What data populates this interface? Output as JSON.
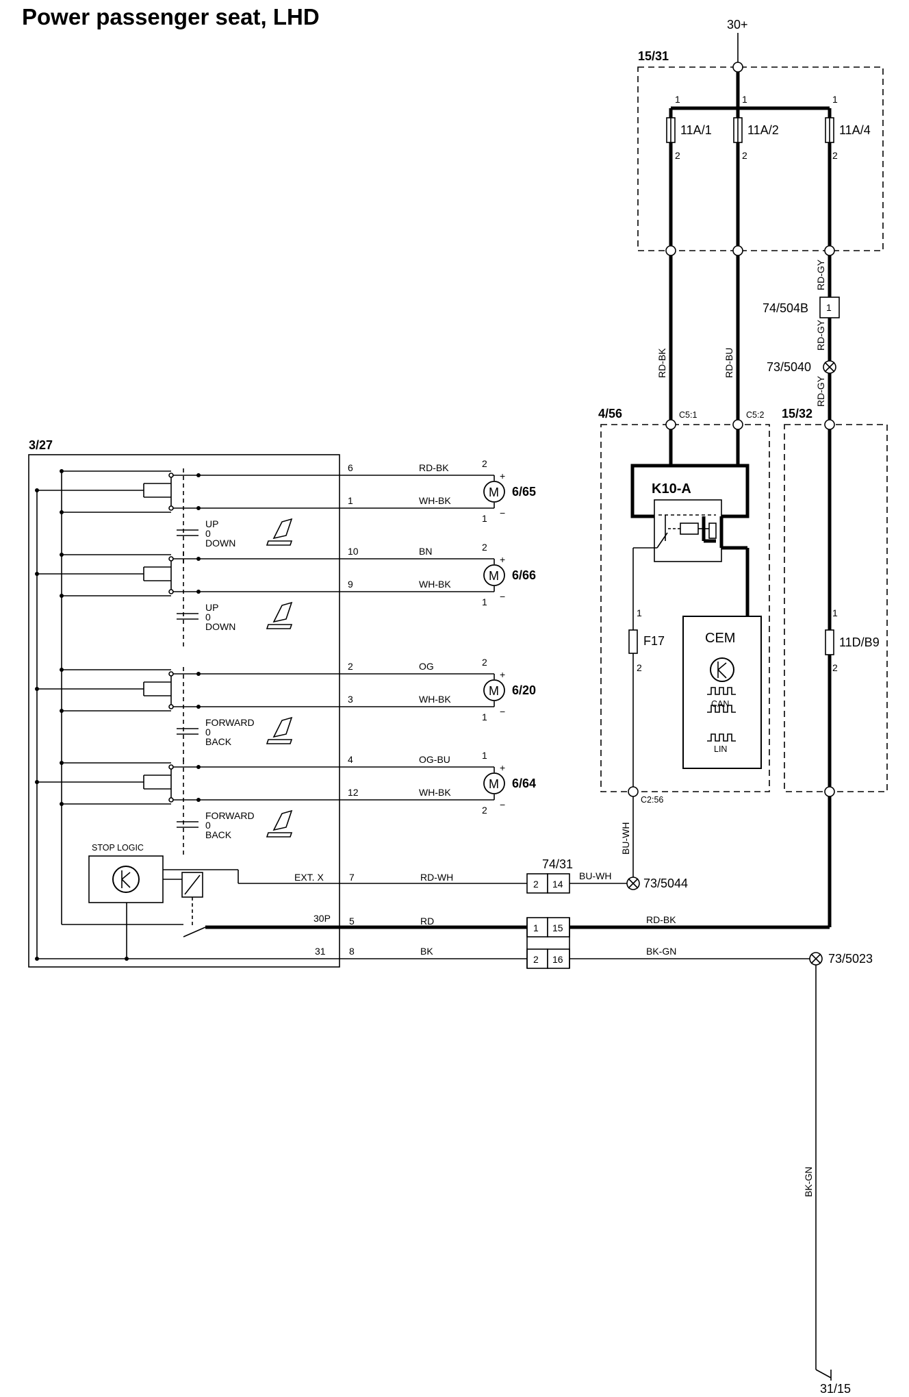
{
  "title": "Power passenger seat, LHD",
  "power": {
    "label": "30+"
  },
  "ground": {
    "label": "31/15"
  },
  "fusebox_1531": {
    "id": "15/31",
    "fuses": [
      {
        "name": "11A/1",
        "pin_in": "1",
        "pin_out": "2"
      },
      {
        "name": "11A/2",
        "pin_in": "1",
        "pin_out": "2"
      },
      {
        "name": "11A/4",
        "pin_in": "1",
        "pin_out": "2"
      }
    ]
  },
  "wires_vertical": {
    "rd_bk": "RD-BK",
    "rd_bu": "RD-BU",
    "rd_gy": "RD-GY",
    "bu_wh": "BU-WH",
    "bk_gn": "BK-GN"
  },
  "connector_74_504b": {
    "id": "74/504B",
    "pin": "1"
  },
  "splice_73_5040": "73/5040",
  "module_456": {
    "id": "4/56",
    "c5_1": "C5:1",
    "c5_2": "C5:2",
    "c2_56": "C2:56",
    "relay": "K10-A",
    "fuse": {
      "name": "F17",
      "pin_in": "1",
      "pin_out": "2"
    },
    "cem": {
      "name": "CEM",
      "can": "CAN",
      "lin": "LIN"
    }
  },
  "box_1532": {
    "id": "15/32",
    "fuse": {
      "name": "11D/B9",
      "pin_in": "1",
      "pin_out": "2"
    }
  },
  "switch_327": {
    "id": "3/27",
    "stop_logic": "STOP LOGIC",
    "ext_x": "EXT. X",
    "p30": "30P",
    "p31": "31",
    "groups": [
      {
        "pos": [
          "UP",
          "0",
          "DOWN"
        ]
      },
      {
        "pos": [
          "UP",
          "0",
          "DOWN"
        ]
      },
      {
        "pos": [
          "FORWARD",
          "0",
          "BACK"
        ]
      },
      {
        "pos": [
          "FORWARD",
          "0",
          "BACK"
        ]
      }
    ]
  },
  "motors": [
    {
      "id": "6/65",
      "top_pin": "2",
      "bottom_pin": "1",
      "wires": [
        {
          "pin": "6",
          "color": "RD-BK"
        },
        {
          "pin": "1",
          "color": "WH-BK"
        }
      ]
    },
    {
      "id": "6/66",
      "top_pin": "2",
      "bottom_pin": "1",
      "wires": [
        {
          "pin": "10",
          "color": "BN"
        },
        {
          "pin": "9",
          "color": "WH-BK"
        }
      ]
    },
    {
      "id": "6/20",
      "top_pin": "2",
      "bottom_pin": "1",
      "wires": [
        {
          "pin": "2",
          "color": "OG"
        },
        {
          "pin": "3",
          "color": "WH-BK"
        }
      ]
    },
    {
      "id": "6/64",
      "top_pin": "1",
      "bottom_pin": "2",
      "wires": [
        {
          "pin": "4",
          "color": "OG-BU"
        },
        {
          "pin": "12",
          "color": "WH-BK"
        }
      ]
    }
  ],
  "motor_symbol": "M",
  "bottom_wires": [
    {
      "pin": "7",
      "color": "RD-WH"
    },
    {
      "pin": "5",
      "color": "RD"
    },
    {
      "pin": "8",
      "color": "BK"
    }
  ],
  "connector_74_31": {
    "id": "74/31",
    "rows": [
      [
        "2",
        "14"
      ],
      [
        "1",
        "15"
      ],
      [
        "2",
        "16"
      ]
    ]
  },
  "right_wires": {
    "bu_wh": "BU-WH",
    "rd_bk": "RD-BK",
    "bk_gn": "BK-GN"
  },
  "splices": {
    "s5044": "73/5044",
    "s5023": "73/5023"
  },
  "colors": {
    "line": "#000000",
    "background": "#ffffff"
  }
}
